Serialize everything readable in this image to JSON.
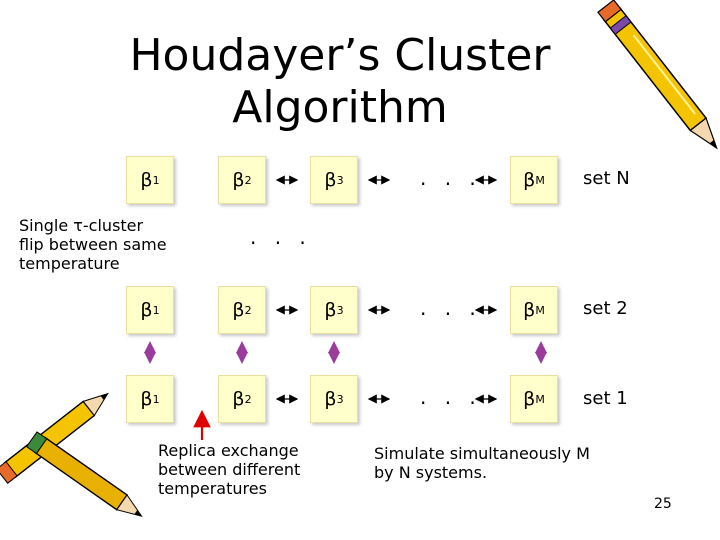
{
  "title": [
    "Houdayer’s Cluster",
    "Algorithm"
  ],
  "beta_symbol": "β",
  "rows": [
    {
      "set_label": "set N",
      "subs": [
        "1",
        "2",
        "3",
        "M"
      ],
      "ellipsis": ". . ."
    },
    {
      "set_label": "set 2",
      "subs": [
        "1",
        "2",
        "3",
        "M"
      ],
      "ellipsis": ". . ."
    },
    {
      "set_label": "set 1",
      "subs": [
        "1",
        "2",
        "3",
        "M"
      ],
      "ellipsis": ". . ."
    }
  ],
  "middle_ellipsis": ". . .",
  "notes": {
    "single_cluster": [
      "Single τ-cluster",
      "flip between same",
      "temperature"
    ],
    "replica_exchange": [
      "Replica exchange",
      "between different",
      "temperatures"
    ],
    "simulate": [
      "Simulate simultaneously M",
      "by N  systems."
    ]
  },
  "page_number": "25",
  "colors": {
    "box_fill": "#ffffcc",
    "vertical_arrow": "#9b3b9b",
    "red_arrow": "#e00000"
  },
  "icons": [
    "pencil-icon",
    "crossed-pencils-icon"
  ]
}
